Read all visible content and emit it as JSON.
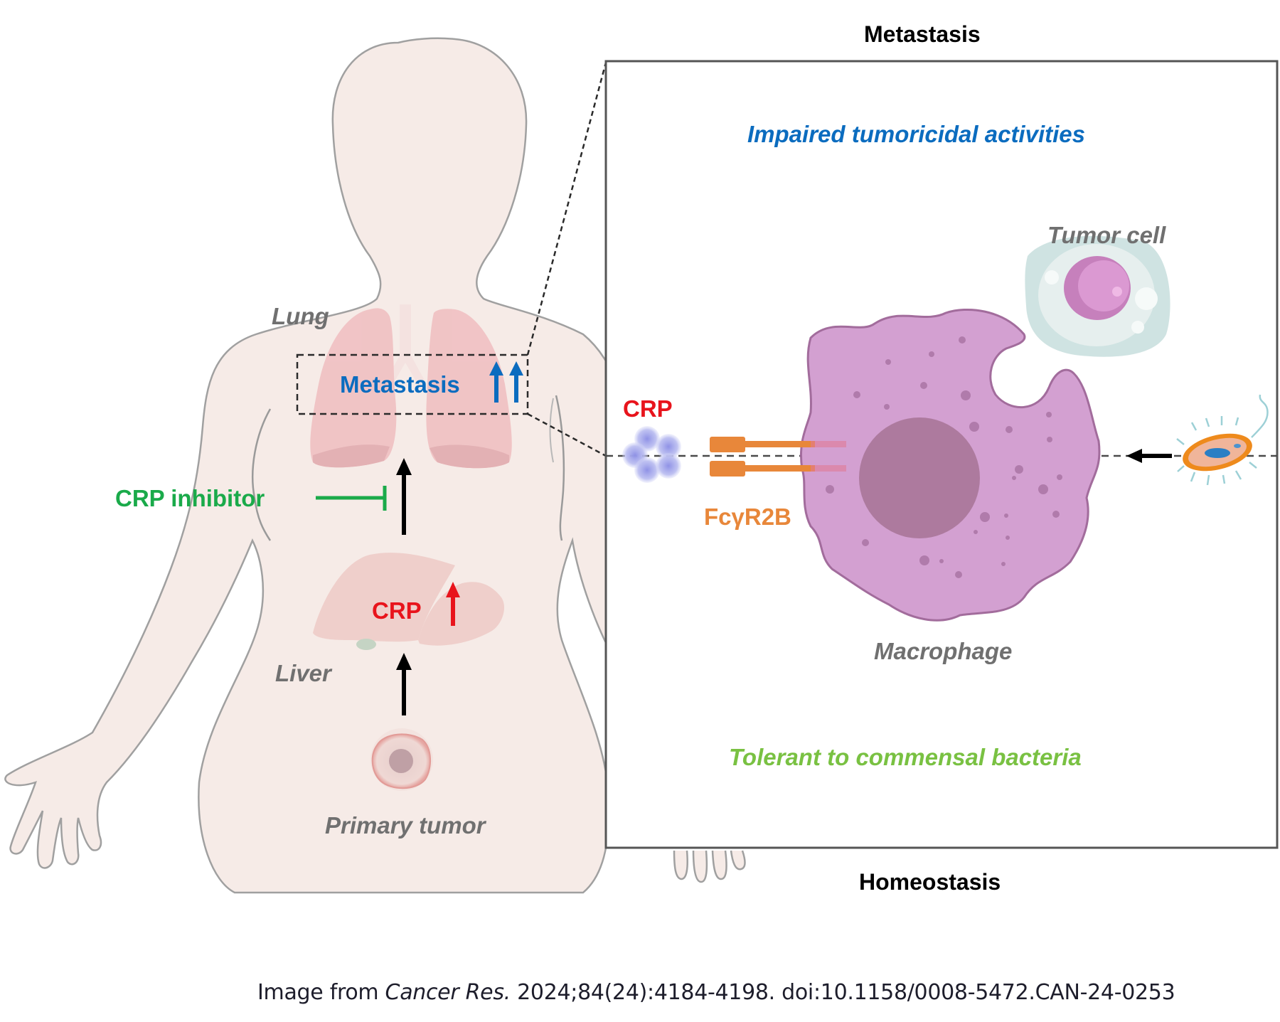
{
  "figure": {
    "left_panel": {
      "organ_labels": {
        "lung": "Lung",
        "liver": "Liver",
        "primary_tumor": "Primary tumor"
      },
      "metastasis_box_label": "Metastasis",
      "liver_crp_label": "CRP",
      "inhibitor_label": "CRP inhibitor",
      "indicators": {
        "metastasis_arrows": "up-up",
        "crp_arrow": "up",
        "inhibitor": "blocks lung-seeding step"
      }
    },
    "right_panel": {
      "top_label": "Metastasis",
      "bottom_label": "Homeostasis",
      "impaired_label": "Impaired tumoricidal activities",
      "tolerant_label": "Tolerant to commensal bacteria",
      "crp_label": "CRP",
      "receptor_label": "FcγR2B",
      "tumor_cell_label": "Tumor cell",
      "macrophage_label": "Macrophage"
    },
    "colors": {
      "body_fill": "#f6ebe7",
      "body_stroke": "#9a9a9a",
      "lung_fill": "#f0c2c4",
      "liver_fill": "#efcfcb",
      "metastasis_blue": "#0b6cbf",
      "crp_red": "#e8141c",
      "inhibitor_green": "#1aaa4a",
      "tolerant_green": "#79c142",
      "receptor_orange": "#e8873a",
      "macrophage_fill": "#d3a0d1",
      "macrophage_nucleus": "#ad7a9e",
      "tumor_cell_fill": "#d6e8e7",
      "label_gray": "#707070"
    }
  },
  "caption": {
    "prefix": "Image from ",
    "journal": "Cancer Res.",
    "citation": " 2024;84(24):4184-4198. doi:10.1158/0008-5472.CAN-24-0253"
  }
}
